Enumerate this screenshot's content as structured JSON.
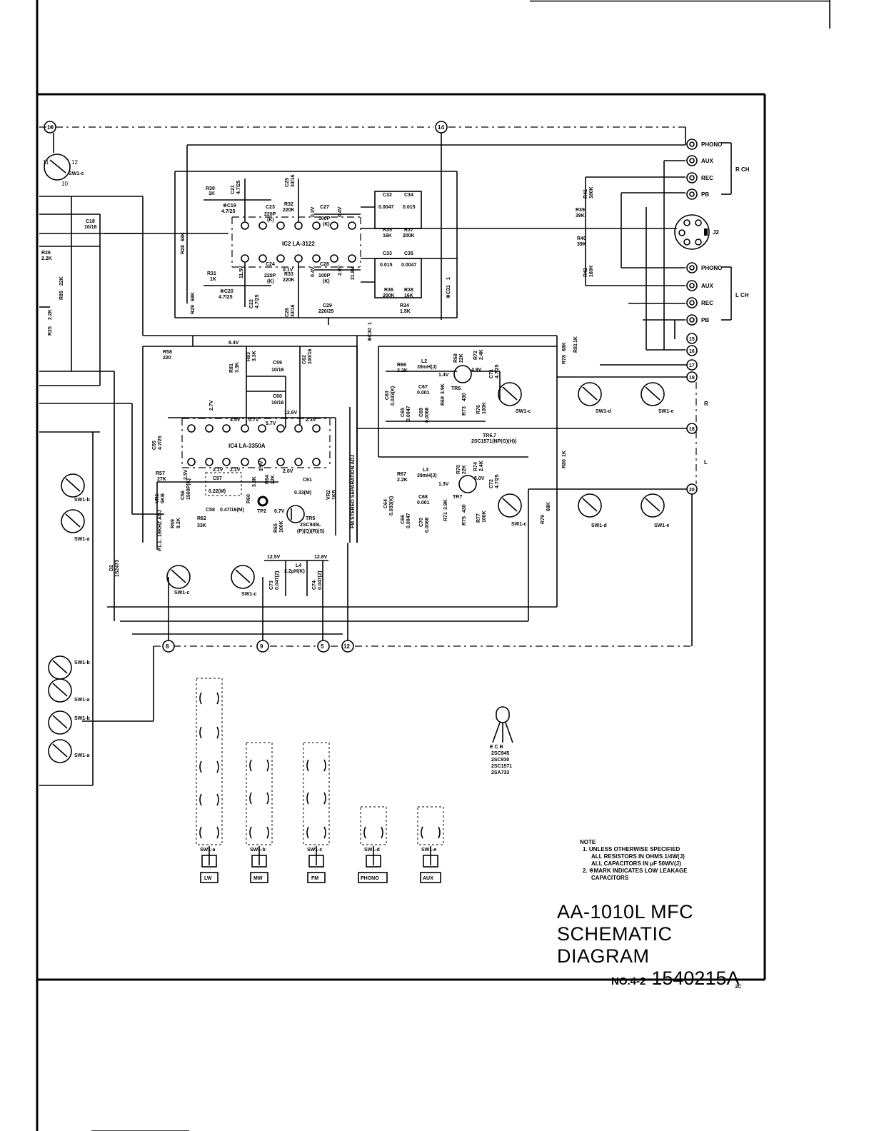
{
  "title": {
    "line1": "AA-1010L  MFC",
    "line2": "SCHEMATIC DIAGRAM",
    "number_prefix": "NO.4-2",
    "number": "1540215A",
    "suffix": "2C"
  },
  "note": {
    "heading": "NOTE",
    "item1": "1. UNLESS OTHERWISE SPECIFIED",
    "item1_line2": "ALL RESISTORS IN OHMS 1/4W(J)",
    "item1_line3": "ALL CAPACITORS IN μF 50WV(J)",
    "item2": "2. ※MARK INDICATES LOW LEAKAGE",
    "item2_line2": "CAPACITORS"
  },
  "ics": {
    "ic2": "IC2  LA-3122",
    "ic4": "IC4  LA-3350A"
  },
  "jack": {
    "r_ch": "R CH",
    "l_ch": "L CH",
    "j2": "J2",
    "r_phono": "PHONO",
    "r_aux": "AUX",
    "r_rec": "REC",
    "r_pb": "PB",
    "l_phono": "PHONO",
    "l_aux": "AUX",
    "l_rec": "REC",
    "l_pb": "PB",
    "r_side": "R",
    "l_side": "L"
  },
  "nodes": {
    "n10": "10",
    "n14": "14",
    "n15": "15",
    "n16": "16",
    "n17": "17",
    "n18": "18",
    "n19": "19",
    "n20": "20",
    "n8": "8",
    "n9": "9",
    "n5": "5",
    "n12": "12"
  },
  "labels": {
    "r30": "R30",
    "r30v": "1K",
    "c19": "※C19",
    "c19v": "4.7/25",
    "c21": "C21",
    "c21v": "4.7/25",
    "c25": "C25",
    "c25v": "33/16",
    "c23": "C23",
    "c23v": "220P",
    "c23k": "(K)",
    "r32": "R32",
    "r32v": "220K",
    "c27": "C27",
    "c27v": "100P",
    "c27k": "(K)",
    "c32": "C32",
    "c32v": "0.0047",
    "c34": "C34",
    "c34v": "0.015",
    "r35": "R35",
    "r35v": "16K",
    "r37": "R37",
    "r37v": "200K",
    "c33": "C33",
    "c33v": "0.015",
    "c35": "C35",
    "c35v": "0.0047",
    "r36": "R36",
    "r36v": "200K",
    "r38": "R38",
    "r38v": "16K",
    "r34": "R34",
    "r34v": "1.5K",
    "r31": "R31",
    "r31v": "1K",
    "c20": "※C20",
    "c20v": "4.7/25",
    "c24": "C24",
    "c24v": "220P",
    "c24k": "(K)",
    "r33": "R33",
    "r33v": "220K",
    "c28": "C28",
    "c28v": "100P",
    "c28k": "(K)",
    "c22": "C22",
    "c22v": "4.7/25",
    "c26": "C26",
    "c26v": "33/16",
    "c29": "C29",
    "c29v": "220/25",
    "c30": "※C30",
    "c30v": "1",
    "c31": "※C31",
    "c31v": "1",
    "r28": "R28",
    "r28v": "68K",
    "r29": "R29",
    "r29v": "68K",
    "c18": "C18",
    "c18v": "10/16",
    "r85": "R85",
    "r85v": "22K",
    "r25": "R25",
    "r25v": "2.2K",
    "r26": "R26",
    "r26v": "2.2K",
    "r41": "R41",
    "r41v": "160K",
    "r39": "R39",
    "r39v": "39K",
    "r40": "R40",
    "r40v": "39K",
    "r42": "R42",
    "r42v": "160K",
    "r58": "R58",
    "r58v": "220",
    "v84": "8.4V",
    "r81": "R81",
    "r81v": "3.3K",
    "r83": "R83",
    "r83v": "3.3K",
    "c59": "C59",
    "c59v": "10/16",
    "c62": "C62",
    "c62v": "100/16",
    "c60": "C60",
    "c60v": "10/16",
    "c55": "C55",
    "c55v": "4.7/25",
    "r66": "R66",
    "r66v": "2.2K",
    "l2": "L2",
    "l2v": "39mH(J)",
    "r68": "R68",
    "r68v": "22K",
    "r72": "R72",
    "r72v": "2.4K",
    "c71": "C71",
    "c71v": "4.7/25",
    "tr6": "TR6",
    "c63": "C63",
    "c63v": "0.033(K)",
    "c65": "C65",
    "c65v": "0.0047",
    "c67": "C67",
    "c67v": "0.001",
    "c69": "C69",
    "c69v": "0.0068",
    "r69": "R69",
    "r69v": "3.9K",
    "r73": "R73",
    "r73v": "430",
    "r76": "R76",
    "r76v": "100K",
    "tr67": "TR6,7",
    "tr67v": "2SC1571(NP(G)(H))",
    "r78": "R78",
    "r78v": "68K",
    "r81b": "R81",
    "r81bv": "1K",
    "r80": "R80",
    "r80v": "1K",
    "r79": "R79",
    "r79v": "68K",
    "r67": "R67",
    "r67v": "2.2K",
    "l3": "L3",
    "l3v": "39mH(J)",
    "r70": "R70",
    "r70v": "22K",
    "r74": "R74",
    "r74v": "2.4K",
    "c72": "C72",
    "c72v": "4.7/25",
    "tr7": "TR7",
    "c64": "C64",
    "c64v": "0.033(K)",
    "c66": "C66",
    "c66v": "0.0047",
    "c68": "C68",
    "c68v": "0.001",
    "c70": "C70",
    "c70v": "0.0068",
    "r71": "R71",
    "r71v": "3.9K",
    "r75": "R75",
    "r75v": "430",
    "r77": "R77",
    "r77v": "100K",
    "r57": "R57",
    "r57v": "27K",
    "vr1": "VR1",
    "vr1v": "5KB",
    "c56": "C56",
    "c56v": "1500P(K)",
    "c57": "C57",
    "c57v": "0.22(M)",
    "r60": "R60",
    "r60v": "3.3K",
    "r64": "R64",
    "r64v": "22K",
    "c61": "C61",
    "c61v": "0.33(M)",
    "c58": "C58",
    "c58v": "0.47/16(M)",
    "tp2": "TP2",
    "r59": "R59",
    "r59v": "8.2K",
    "r62": "R62",
    "r62v": "33K",
    "r65": "R65",
    "r65v": "100K",
    "tr5": "TR5",
    "tr5v": "2SC945L",
    "tr5g": "(P)(Q)(R)(S)",
    "vr2": "VR2",
    "vr2v": "1KB",
    "pll": "P.L.L. 19KHZ ADJ",
    "sep": "FM STEREO SEPARATION ADJ",
    "d2": "D2",
    "d2v": "1S2473",
    "v125": "12.5V",
    "l4": "L4",
    "l4v": "2.2μH(K)",
    "v126": "12.6V",
    "c73": "C73",
    "c73v": "0.047(Z)",
    "c74": "C74",
    "c74v": "0.047(Z)",
    "v27": "2.7V",
    "v45": "4.5V",
    "v07": "0.7V",
    "v57": "5.7V",
    "v126b": "12.6V",
    "v23": "2.3V",
    "v35": "3.5V",
    "v21": "2.1V",
    "v21b": "2.1V",
    "v39": "3.9V",
    "v20": "2.0V",
    "v07b": "0.7V",
    "v14": "1.4V",
    "v49": "4.9V",
    "v13": "1.3V",
    "v50": "5.0V",
    "v11": "11.5V",
    "v01": "0.1V",
    "v04": "0.4V",
    "v03": "0.3V",
    "v20b": "2.0V",
    "v218": "21.8V",
    "v04b": "0.4V"
  },
  "switches": {
    "sw1c_top": "SW1-c",
    "sw1b_a": "SW1-b",
    "sw1a_a": "SW1-a",
    "sw1c_r": "SW1-c",
    "sw1d_r": "SW1-d",
    "sw1e_r": "SW1-e",
    "sw1c_l": "SW1-c",
    "sw1d_l": "SW1-d",
    "sw1e_l": "SW1-e",
    "sw1c_b1": "SW1-c",
    "sw1c_b2": "SW1-c",
    "sw1b_b": "SW1-b",
    "sw1a_b": "SW1-a",
    "sw1b_c": "SW1-b",
    "sw1a_c": "SW1-a"
  },
  "bank": {
    "a": "SW1-a",
    "b": "SW1-b",
    "c": "SW1-c",
    "d": "SW1-d",
    "e": "SW1-e",
    "btn_lw": "LW",
    "btn_mw": "MW",
    "btn_fm": "FM",
    "btn_phono": "PHONO",
    "btn_aux": "AUX"
  },
  "transistor": {
    "pins": "E C B",
    "t1": "2SC945",
    "t2": "2SC930",
    "t3": "2SC1571",
    "t4": "2SA733"
  }
}
